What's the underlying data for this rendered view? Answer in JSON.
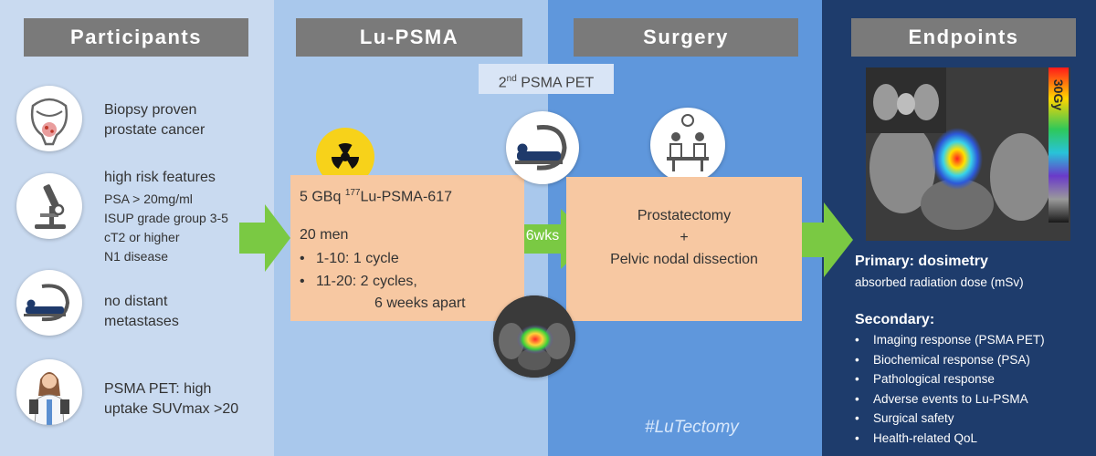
{
  "columns": {
    "participants": "Participants",
    "lupsma": "Lu-PSMA",
    "surgery": "Surgery",
    "endpoints": "Endpoints"
  },
  "participants": {
    "biopsy": [
      "Biopsy proven",
      "prostate cancer"
    ],
    "risk_title": "high risk features",
    "risk_items": [
      "PSA > 20mg/ml",
      "ISUP grade group 3-5",
      "cT2 or higher",
      "N1 disease"
    ],
    "no_distant": [
      "no distant",
      "metastases"
    ],
    "psma_pet": [
      "PSMA PET: high",
      "uptake SUVmax >20"
    ]
  },
  "lupsma": {
    "dose_prefix": "5 GBq ",
    "dose_sup": "177",
    "dose_suffix": "Lu-PSMA-617",
    "cohort": "20 men",
    "bullet1": "1-10: 1 cycle",
    "bullet2": "11-20: 2 cycles,",
    "bullet2_cont": "6 weeks apart"
  },
  "second_pet": {
    "num": "2",
    "sup": "nd",
    "text": " PSMA PET"
  },
  "interval": "6wks",
  "surgery": {
    "line1": "Prostatectomy",
    "plus": "+",
    "line2": "Pelvic nodal dissection"
  },
  "hashtag": "#LuTectomy",
  "scale_label": "30Gy",
  "endpoints": {
    "primary_title": "Primary: dosimetry",
    "primary_desc": "absorbed radiation dose (mSv)",
    "secondary_title": "Secondary:",
    "secondary_items": [
      "Imaging response (PSMA PET)",
      "Biochemical response (PSA)",
      "Pathological response",
      "Adverse events to Lu-PSMA",
      "Surgical safety",
      "Health-related QoL"
    ]
  }
}
